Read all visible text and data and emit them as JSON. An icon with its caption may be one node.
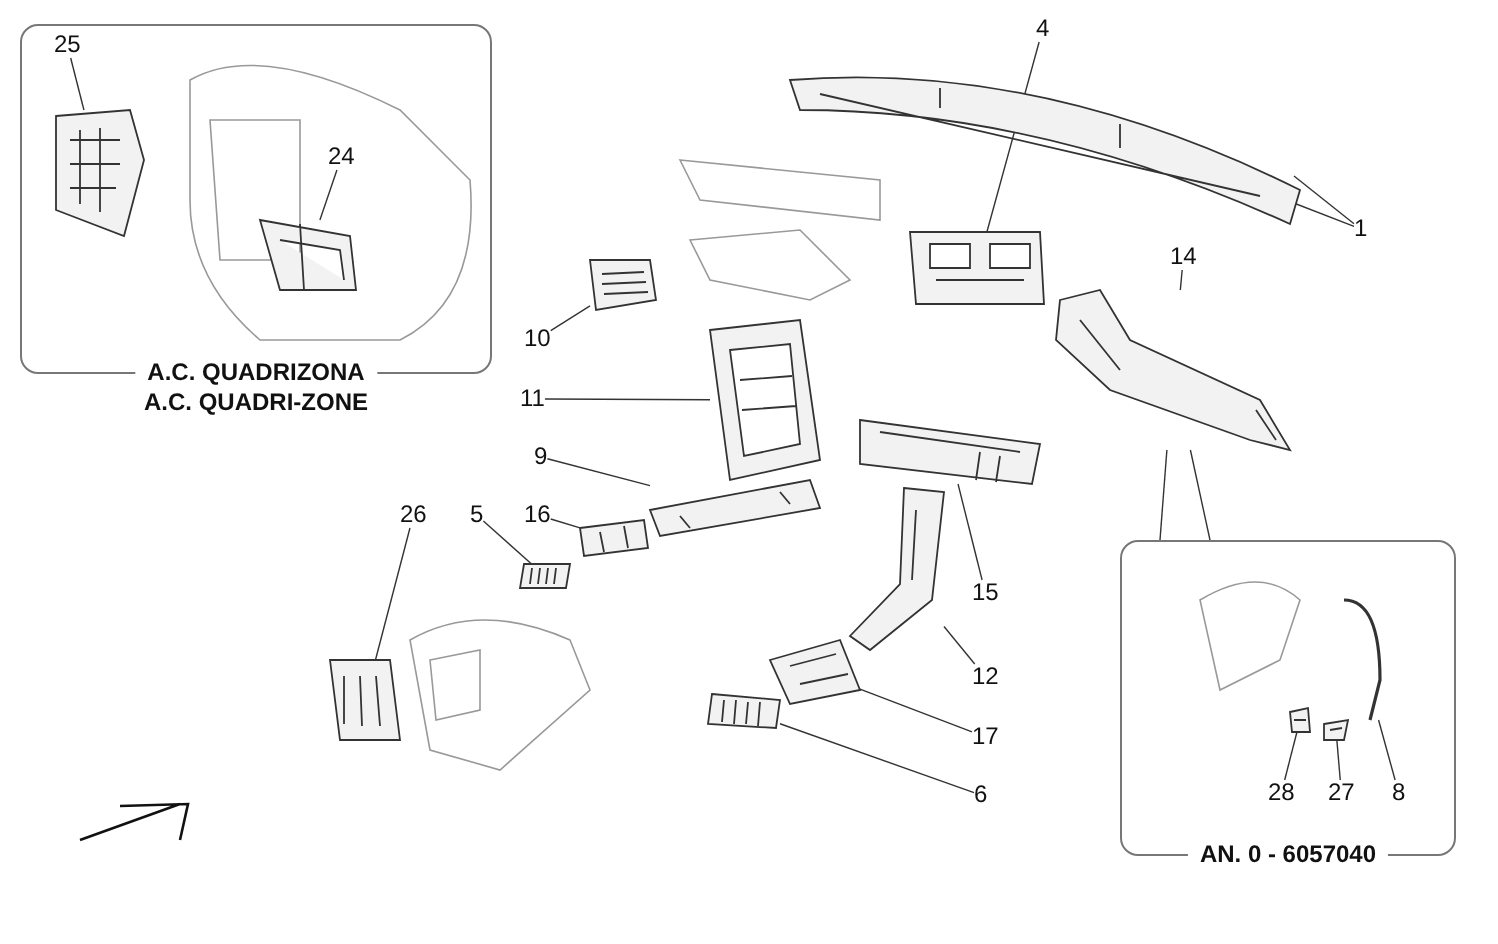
{
  "diagram": {
    "nodes": [
      {
        "text": [
          "A.C. QUADRIZONA",
          "A.C. QUADRI-ZONE"
        ]
      },
      {
        "text": [
          "25"
        ],
        "in": 0
      },
      {
        "text": [
          "24"
        ],
        "in": 0
      },
      {
        "text": [
          "4"
        ]
      },
      {
        "text": [
          "1"
        ]
      },
      {
        "text": [
          "10"
        ]
      },
      {
        "text": [
          "14"
        ]
      },
      {
        "text": [
          "11"
        ]
      },
      {
        "text": [
          "9"
        ]
      },
      {
        "text": [
          "26"
        ]
      },
      {
        "text": [
          "5"
        ]
      },
      {
        "text": [
          "16"
        ]
      },
      {
        "text": [
          "15"
        ]
      },
      {
        "text": [
          "12"
        ]
      },
      {
        "text": [
          "17"
        ]
      },
      {
        "text": [
          "6"
        ]
      },
      {
        "text": [
          "AN. 0 - 6057040"
        ]
      },
      {
        "text": [
          "28"
        ],
        "in": 16
      },
      {
        "text": [
          "27"
        ],
        "in": 16
      },
      {
        "text": [
          "8"
        ],
        "in": 16
      },
      {
        "text": [],
        "shape": "picture",
        "in": 0
      },
      {
        "text": [],
        "shape": "picture",
        "in": 0
      },
      {
        "text": [],
        "shape": "picture"
      },
      {
        "text": [],
        "shape": "picture"
      },
      {
        "text": [],
        "shape": "picture"
      },
      {
        "text": [],
        "shape": "picture"
      },
      {
        "text": [],
        "shape": "picture"
      },
      {
        "text": [],
        "shape": "picture"
      },
      {
        "text": [],
        "shape": "picture"
      },
      {
        "text": [],
        "shape": "picture"
      },
      {
        "text": [],
        "shape": "picture"
      },
      {
        "text": [],
        "shape": "picture"
      },
      {
        "text": [],
        "shape": "picture"
      },
      {
        "text": [],
        "shape": "picture"
      },
      {
        "text": [],
        "shape": "picture"
      },
      {
        "text": [],
        "shape": "picture",
        "in": 16
      },
      {
        "text": [],
        "shape": "picture",
        "in": 16
      },
      {
        "text": [],
        "shape": "picture",
        "in": 16
      }
    ],
    "edges": [
      {
        "from": 1,
        "to": 20,
        "arrow": "none"
      },
      {
        "from": 2,
        "to": 21,
        "arrow": "none"
      },
      {
        "from": 3,
        "to": 22,
        "arrow": "none"
      },
      {
        "from": 4,
        "to": 23,
        "arrow": "none"
      },
      {
        "from": 4,
        "to": 23,
        "arrow": "none"
      },
      {
        "from": 5,
        "to": 24,
        "arrow": "none"
      },
      {
        "from": 6,
        "to": 25,
        "arrow": "none"
      },
      {
        "from": 7,
        "to": 26,
        "arrow": "none"
      },
      {
        "from": 8,
        "to": 27,
        "arrow": "none"
      },
      {
        "from": 9,
        "to": 28,
        "arrow": "none"
      },
      {
        "from": 10,
        "to": 29,
        "arrow": "none"
      },
      {
        "from": 11,
        "to": 30,
        "arrow": "none"
      },
      {
        "from": 12,
        "to": 31,
        "arrow": "none"
      },
      {
        "from": 13,
        "to": 32,
        "arrow": "none"
      },
      {
        "from": 14,
        "to": 33,
        "arrow": "none"
      },
      {
        "from": 15,
        "to": 34,
        "arrow": "none"
      },
      {
        "from": 17,
        "to": 35,
        "arrow": "none"
      },
      {
        "from": 18,
        "to": 36,
        "arrow": "none"
      },
      {
        "from": 19,
        "to": 37,
        "arrow": "none"
      },
      {
        "from": 25,
        "to": 16,
        "arrow": "none"
      },
      {
        "from": 25,
        "to": 16,
        "arrow": "none"
      }
    ]
  }
}
